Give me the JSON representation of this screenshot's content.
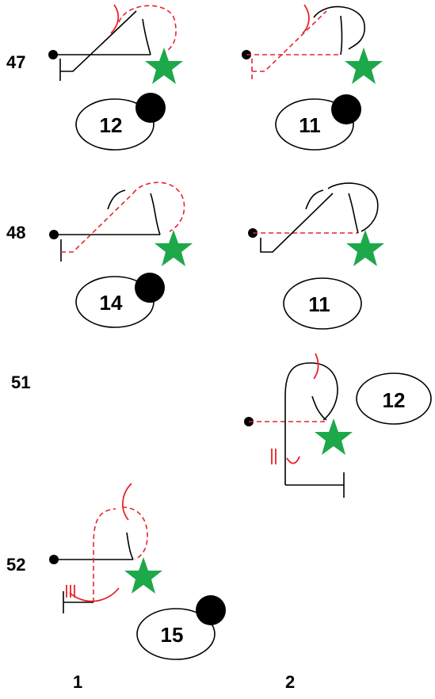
{
  "rows": [
    {
      "label": "47"
    },
    {
      "label": "48"
    },
    {
      "label": "51"
    },
    {
      "label": "52"
    }
  ],
  "columns": [
    {
      "label": "1"
    },
    {
      "label": "2"
    }
  ],
  "figures": {
    "r47c1": {
      "number": "12"
    },
    "r47c2": {
      "number": "11"
    },
    "r48c1": {
      "number": "14"
    },
    "r48c2": {
      "number": "11"
    },
    "r51c2": {
      "number": "12"
    },
    "r52c1": {
      "number": "15"
    }
  },
  "colors": {
    "line": "#000000",
    "dashed_line": "#e8232a",
    "star": "#1da84a",
    "dot": "#000000"
  }
}
